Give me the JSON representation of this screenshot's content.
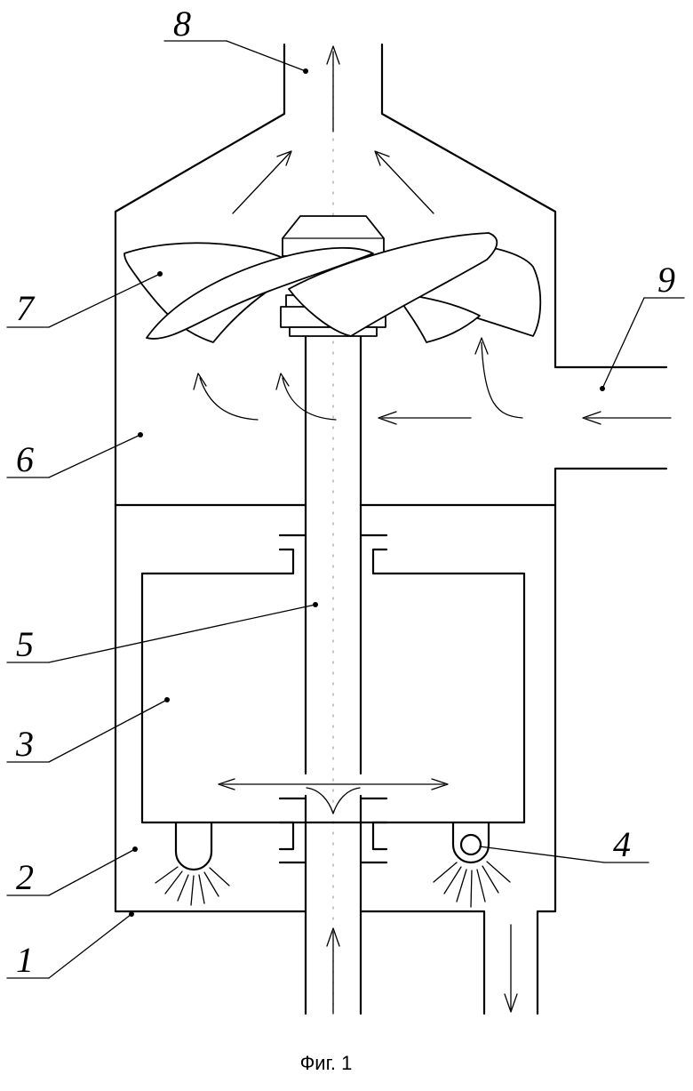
{
  "labels": {
    "l1": "1",
    "l2": "2",
    "l3": "3",
    "l4": "4",
    "l5": "5",
    "l6": "6",
    "l7": "7",
    "l8": "8",
    "l9": "9"
  },
  "caption": "Фиг. 1",
  "colors": {
    "line": "#000000",
    "background": "#ffffff"
  }
}
